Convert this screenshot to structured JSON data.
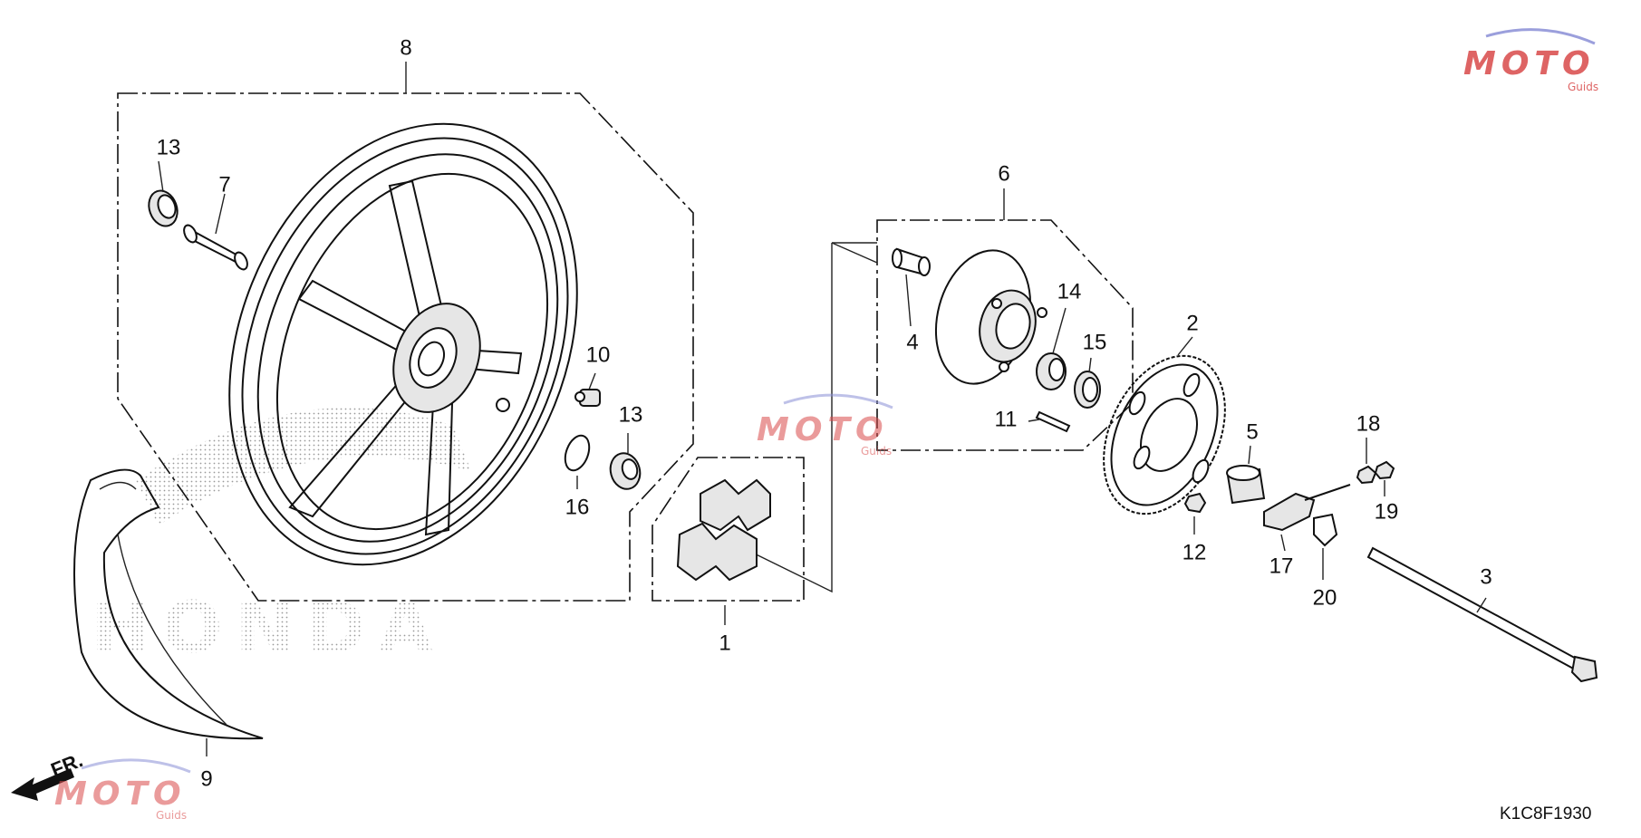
{
  "diagram": {
    "code": "K1C8F1930",
    "direction_label": "FR.",
    "background_brand": "HONDA",
    "watermark": {
      "text": "MOTO",
      "subtext": "Guids",
      "color": "#d94a4a",
      "accent": "#8a8fd6"
    },
    "labels": {
      "p1": "1",
      "p2": "2",
      "p3": "3",
      "p4": "4",
      "p5": "5",
      "p6": "6",
      "p7": "7",
      "p8": "8",
      "p9": "9",
      "p10": "10",
      "p11": "11",
      "p12": "12",
      "p13a": "13",
      "p13b": "13",
      "p14": "14",
      "p15": "15",
      "p16": "16",
      "p17": "17",
      "p18": "18",
      "p19": "19",
      "p20": "20"
    }
  }
}
